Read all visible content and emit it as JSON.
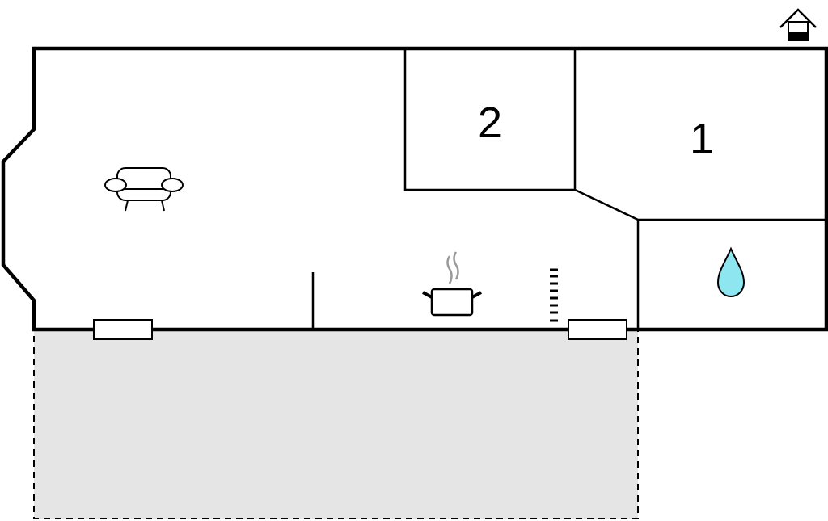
{
  "rooms": [
    {
      "label": "1",
      "type": "bedroom"
    },
    {
      "label": "2",
      "type": "bedroom"
    }
  ],
  "icons": [
    "house-level-icon",
    "sofa-icon",
    "cooking-pot-icon",
    "water-drop-icon",
    "stairs-icon",
    "window-icon"
  ],
  "colors": {
    "terrace": "#e5e5e5",
    "water": "#8ee6f0",
    "wall": "#000000",
    "steam": "#999999"
  }
}
